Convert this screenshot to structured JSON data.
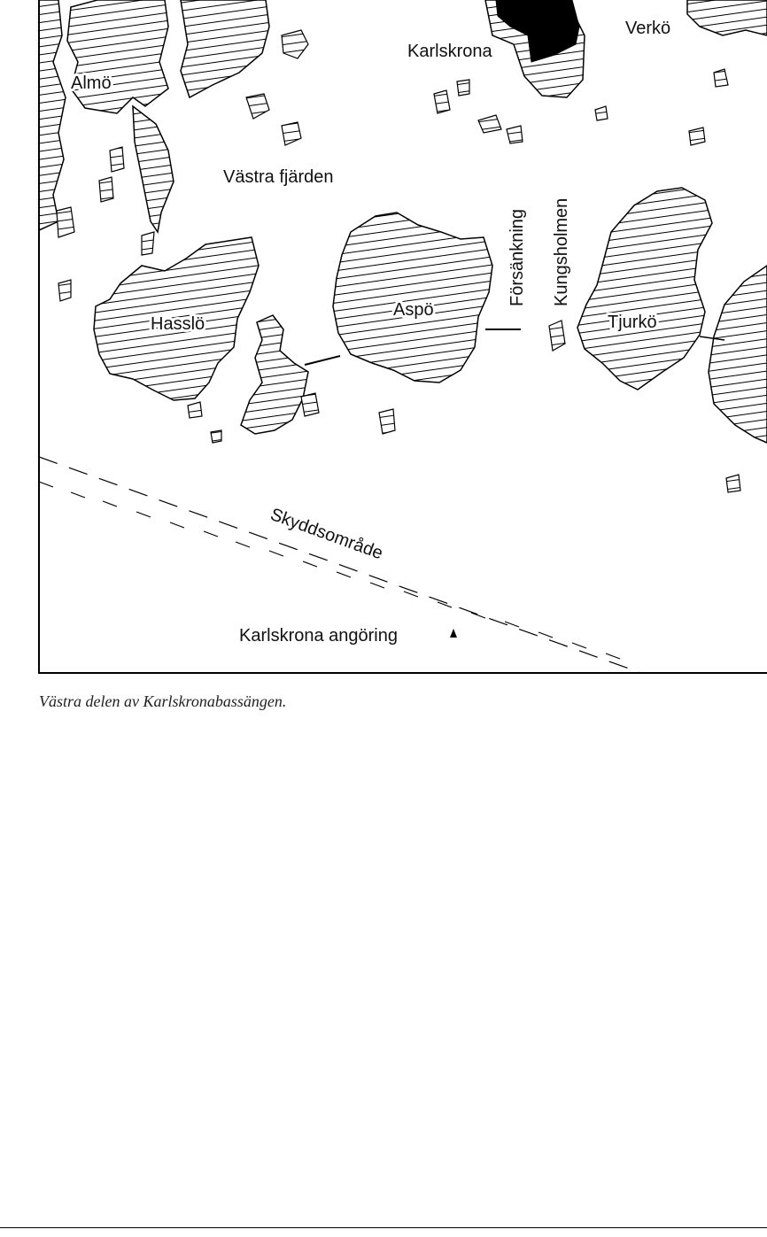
{
  "map": {
    "places": {
      "almo": "Almö",
      "karlskrona": "Karlskrona",
      "verko": "Verkö",
      "vastra_fjarden": "Västra fjärden",
      "forsankning": "Försänkning",
      "kungsholmen": "Kungsholmen",
      "hasslo": "Hasslö",
      "aspo": "Aspö",
      "tjurko": "Tjurkö",
      "skyddsomrade": "Skyddsområde",
      "karlskrona_angoring": "Karlskrona angöring"
    },
    "colors": {
      "land_hatch": "#000000",
      "town": "#000000",
      "water": "#ffffff"
    },
    "icons": [
      "buoy-icon"
    ]
  },
  "caption": "Västra delen av Karlskronabassängen."
}
